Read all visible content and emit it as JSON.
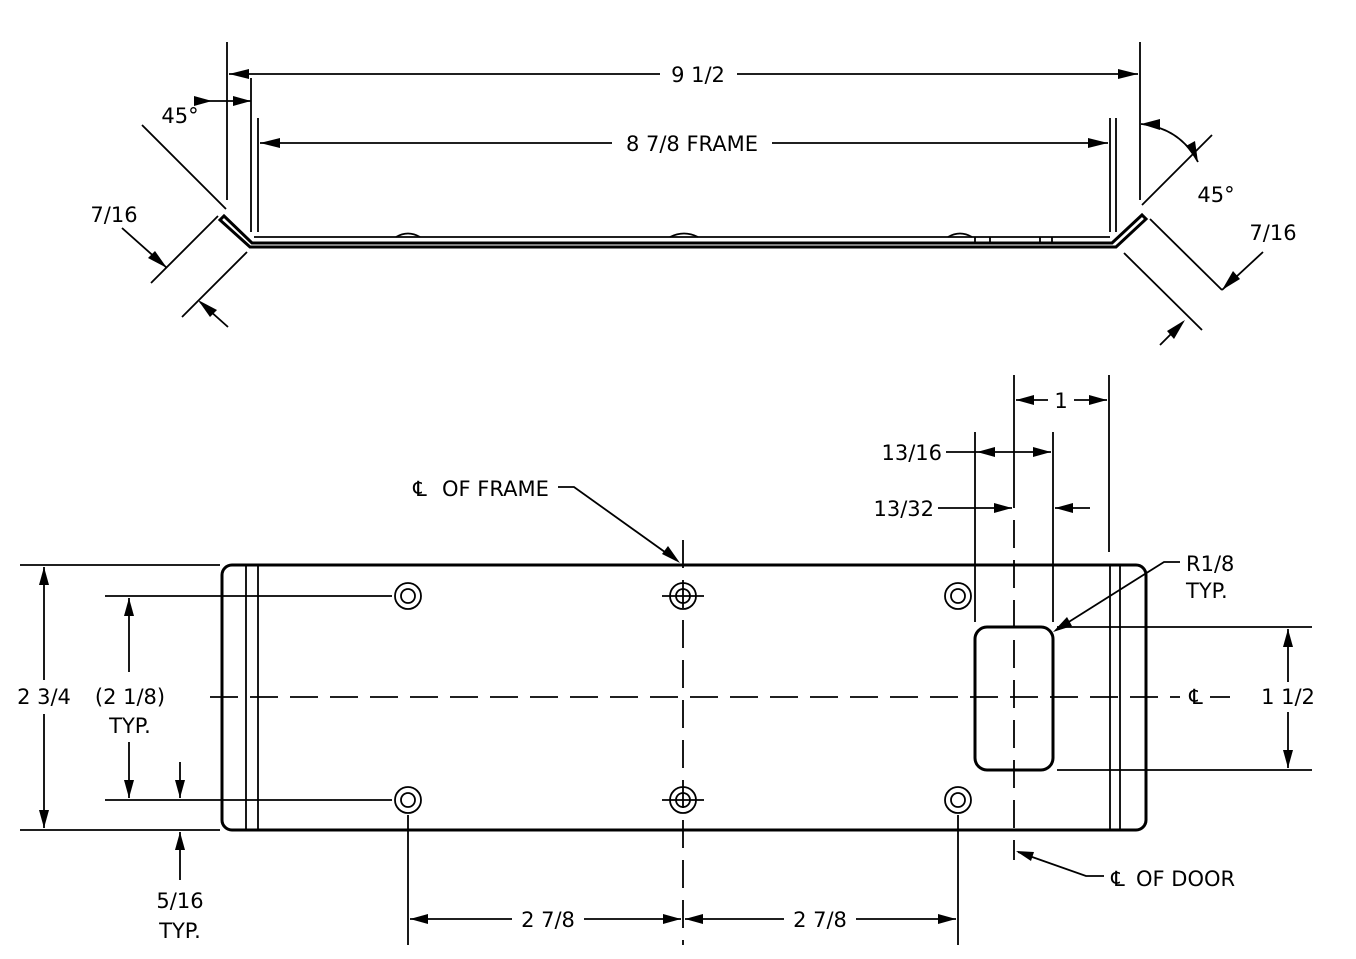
{
  "colors": {
    "line": "#000000",
    "background": "#ffffff"
  },
  "top_view": {
    "overall_width": "9 1/2",
    "frame_width": "8 7/8 FRAME",
    "angle_left": "45°",
    "angle_right": "45°",
    "flange_left": "7/16",
    "flange_right": "7/16"
  },
  "plan_view": {
    "centerline_frame": "OF FRAME",
    "centerline_door": "OF DOOR",
    "centerline_symbol": "℄",
    "dim_1": "1",
    "dim_13_16": "13/16",
    "dim_13_32": "13/32",
    "radius": "R1/8",
    "radius_typ": "TYP.",
    "height": "2 3/4",
    "hole_spacing_vertical": "(2 1/8)",
    "hole_spacing_vertical_typ": "TYP.",
    "slot_height": "1 1/2",
    "edge_offset": "5/16",
    "edge_offset_typ": "TYP.",
    "hole_spacing_left": "2 7/8",
    "hole_spacing_right": "2 7/8"
  }
}
